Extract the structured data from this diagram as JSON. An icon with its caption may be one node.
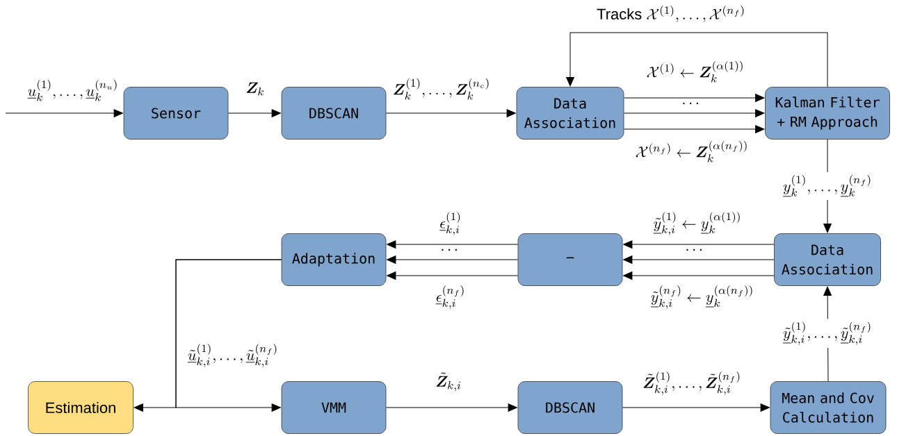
{
  "diagram": {
    "nodes": [
      {
        "text": [
          "Sensor"
        ]
      },
      {
        "text": [
          "DBSCAN"
        ]
      },
      {
        "text": [
          "Data Association"
        ]
      },
      {
        "text": [
          "Kalman Filter + RM Approach"
        ]
      },
      {
        "text": [
          "Data Association"
        ]
      },
      {
        "text": [
          "−"
        ]
      },
      {
        "text": [
          "Adaptation"
        ]
      },
      {
        "text": [
          "Estimation"
        ]
      },
      {
        "text": [
          "VMM"
        ]
      },
      {
        "text": [
          "DBSCAN"
        ]
      },
      {
        "text": [
          "Mean and Cov Calculation"
        ]
      }
    ],
    "edges": [
      {
        "from": null,
        "to": 0,
        "arrow": "to",
        "label": "\\underline{u}_k^{(1)},\\ldots,\\underline{u}_k^{(n_u)}"
      },
      {
        "from": 0,
        "to": 1,
        "arrow": "to",
        "label": "\\boldsymbol{Z}_k"
      },
      {
        "from": 1,
        "to": 2,
        "arrow": "to",
        "label": "\\boldsymbol{Z}_k^{(1)},\\ldots,\\boldsymbol{Z}_k^{(n_c)}"
      },
      {
        "from": 2,
        "to": 3,
        "arrow": "to",
        "label": "\\mathcal{X}^{(1)}\\leftarrow\\boldsymbol{Z}_k^{(\\alpha(1))}"
      },
      {
        "from": 2,
        "to": 3,
        "arrow": "to",
        "label": "\\dots"
      },
      {
        "from": 2,
        "to": 3,
        "arrow": "to",
        "label": "\\mathcal{X}^{(n_f)}\\leftarrow\\boldsymbol{Z}_k^{(\\alpha(n_f))}"
      },
      {
        "from": 3,
        "to": 2,
        "arrow": "to",
        "label": "\\text{Tracks }\\mathcal{X}^{(1)},\\ldots,\\mathcal{X}^{(n_f)}"
      },
      {
        "from": 3,
        "to": 4,
        "arrow": "to",
        "label": "\\underline{y}_k^{(1)},\\ldots,\\underline{y}_k^{(n_f)}"
      },
      {
        "from": 4,
        "to": 5,
        "arrow": "to",
        "label": "\\underline{\\tilde{y}}_{k,i}^{(1)}\\leftarrow\\underline{y}_k^{(\\alpha(1))}"
      },
      {
        "from": 4,
        "to": 5,
        "arrow": "to",
        "label": "\\dots"
      },
      {
        "from": 4,
        "to": 5,
        "arrow": "to",
        "label": "\\underline{\\tilde{y}}_{k,i}^{(n_f)}\\leftarrow\\underline{y}_k^{(\\alpha(n_f))}"
      },
      {
        "from": 5,
        "to": 6,
        "arrow": "to",
        "label": "\\underline{\\epsilon}_{k,i}^{(1)}"
      },
      {
        "from": 5,
        "to": 6,
        "arrow": "to",
        "label": "\\dots"
      },
      {
        "from": 5,
        "to": 6,
        "arrow": "to",
        "label": "\\underline{\\epsilon}_{k,i}^{(n_f)}"
      },
      {
        "from": 6,
        "to": 7,
        "arrow": "to"
      },
      {
        "from": 6,
        "to": 8,
        "arrow": "to",
        "label": "\\underline{\\tilde{u}}_{k,i}^{(1)},\\ldots,\\underline{\\tilde{u}}_{k,i}^{(n_f)}"
      },
      {
        "from": 8,
        "to": 9,
        "arrow": "to",
        "label": "\\tilde{\\boldsymbol{Z}}_{k,i}"
      },
      {
        "from": 9,
        "to": 10,
        "arrow": "to",
        "label": "\\tilde{\\boldsymbol{Z}}_{k,i}^{(1)},\\ldots,\\tilde{\\boldsymbol{Z}}_{k,i}^{(n_f)}"
      },
      {
        "from": 10,
        "to": 4,
        "arrow": "to",
        "label": "\\underline{\\tilde{y}}_{k,i}^{(1)},\\ldots,\\underline{\\tilde{y}}_{k,i}^{(n_f)}"
      }
    ]
  }
}
